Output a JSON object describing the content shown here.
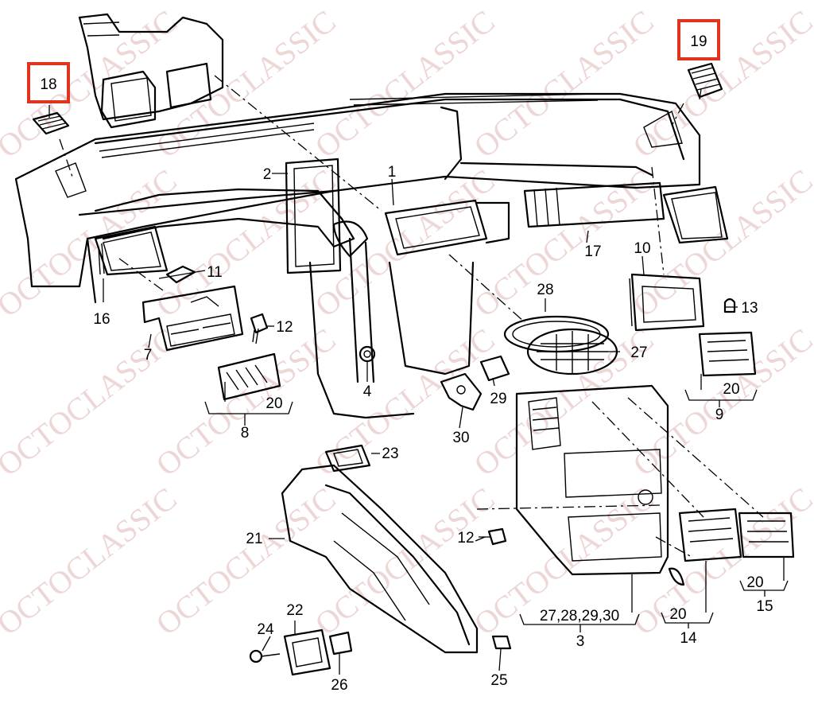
{
  "watermark": "OCTOCLASSIC",
  "highlight_color": "#e0341f",
  "callouts": {
    "c1": "1",
    "c2": "2",
    "c3": "3",
    "c4": "4",
    "c7": "7",
    "c8": "8",
    "c9": "9",
    "c10": "10",
    "c11": "11",
    "c12a": "12",
    "c12b": "12",
    "c13": "13",
    "c14": "14",
    "c15": "15",
    "c16": "16",
    "c17": "17",
    "c18": "18",
    "c19": "19",
    "c20a": "20",
    "c20b": "20",
    "c20c": "20",
    "c20d": "20",
    "c21": "21",
    "c22": "22",
    "c23": "23",
    "c24": "24",
    "c25": "25",
    "c26": "26",
    "c27": "27",
    "c28": "28",
    "c29": "29",
    "c30": "30",
    "c3group": "27,28,29,30"
  }
}
